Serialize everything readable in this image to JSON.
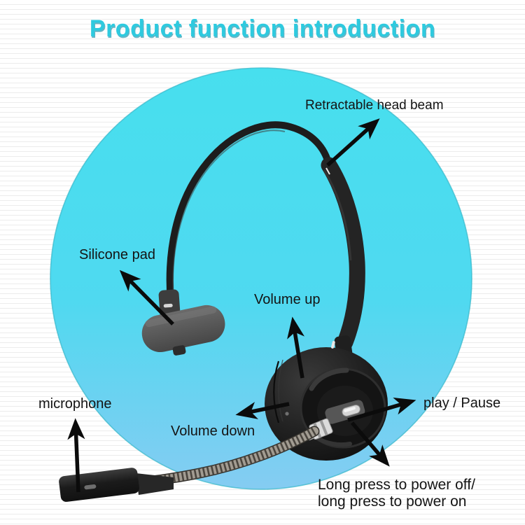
{
  "title": "Product function introduction",
  "labels": {
    "retractable": "Retractable head beam",
    "silicone_pad": "Silicone pad",
    "volume_up": "Volume up",
    "microphone": "microphone",
    "volume_down": "Volume down",
    "play_pause": "play / Pause",
    "power_line1": "Long press to power off/",
    "power_line2": "long press to power on"
  },
  "colors": {
    "title_accent": "#2ecadf",
    "title_shadow": "#128ea6",
    "circle_top": "#47dfee",
    "circle_bottom": "#85ccf2",
    "background_stripe": "#ececec",
    "annotation_black": "#0b0b0b",
    "headset_dark": "#1e1e1e",
    "button_silver": "#d6d6d6"
  },
  "icons": {
    "arrow_style": "tapered-black-annotation-arrow"
  }
}
